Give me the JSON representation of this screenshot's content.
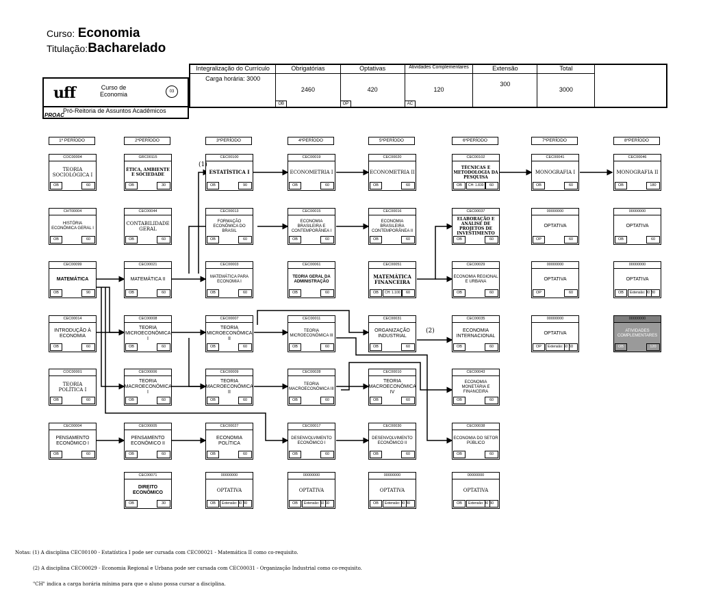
{
  "header": {
    "curso_label": "Curso:",
    "curso_value": "Economia",
    "titulacao_label": "Titulação:",
    "titulacao_value": "Bacharelado"
  },
  "logo": {
    "mark": "uff",
    "curso_de": "Curso de",
    "curso_nome": "Economia",
    "numero": "03",
    "proreitoria": "Pró-Reitoria de Assuntos Acadêmicos",
    "proac": "PROAC"
  },
  "integralizacao": {
    "title": "Integralização do Currículo",
    "carga": "Carga horária: 3000",
    "columns": [
      {
        "label": "Obrigatórias",
        "value": "2460",
        "tag": "OB"
      },
      {
        "label": "Optativas",
        "value": "420",
        "tag": "OP"
      },
      {
        "label": "Atividades Complementares",
        "value": "120",
        "tag": "AC"
      },
      {
        "label": "Extensão",
        "value": "300",
        "tag": ""
      },
      {
        "label": "Total",
        "value": "3000",
        "tag": ""
      }
    ]
  },
  "periods": [
    "1º PERÍODO",
    "2ºPERÍODO",
    "3ºPERÍODO",
    "4ºPERÍODO",
    "5ºPERÍODO",
    "6ºPERÍODO",
    "7ºPERÍODO",
    "8ºPERÍODO"
  ],
  "courses": [
    {
      "col": 0,
      "row": 0,
      "code": "COC00004",
      "title": "TEORIA SOCIOLÓGICA I",
      "type": "OB",
      "hours": "60"
    },
    {
      "col": 0,
      "row": 1,
      "code": "CHT00004",
      "title": "HISTÓRIA ECONÔMICA GERAL I",
      "type": "OB",
      "hours": "60",
      "sans": true
    },
    {
      "col": 0,
      "row": 2,
      "code": "CEC00099",
      "title": "MATEMÁTICA",
      "type": "OB",
      "hours": "90",
      "bold": true,
      "sans": true
    },
    {
      "col": 0,
      "row": 3,
      "code": "CEC00014",
      "title": "INTRODUÇÃO À ECONOMIA",
      "type": "OB",
      "hours": "60",
      "sans": true
    },
    {
      "col": 0,
      "row": 4,
      "code": "COC00001",
      "title": "TEORIA POLÍTICA I",
      "type": "OB",
      "hours": "60"
    },
    {
      "col": 0,
      "row": 5,
      "code": "CEC00004",
      "title": "PENSAMENTO ECONÔMICO I",
      "type": "OB",
      "hours": "60",
      "sans": true
    },
    {
      "col": 1,
      "row": 0,
      "code": "GRC00115",
      "title": "ÉTICA, AMBIENTE E SOCIEDADE",
      "type": "OB",
      "hours": "30",
      "bold": true
    },
    {
      "col": 1,
      "row": 1,
      "code": "CEC00044",
      "title": "CONTABILIDADE GERAL",
      "type": "OB",
      "hours": "60"
    },
    {
      "col": 1,
      "row": 2,
      "code": "CEC00021",
      "title": "MATEMÁTICA II",
      "type": "OB",
      "hours": "60",
      "sans": true
    },
    {
      "col": 1,
      "row": 3,
      "code": "CEC00008",
      "title": "TEORIA MICROECONÔMICA I",
      "type": "OB",
      "hours": "60",
      "sans": true
    },
    {
      "col": 1,
      "row": 4,
      "code": "CEC00006",
      "title": "TEORIA MACROECONÔMICA I",
      "type": "OB",
      "hours": "60",
      "sans": true
    },
    {
      "col": 1,
      "row": 5,
      "code": "CEC00005",
      "title": "PENSAMENTO ECONÔMICO II",
      "type": "OB",
      "hours": "60",
      "sans": true
    },
    {
      "col": 1,
      "row": 6,
      "code": "CEC00071",
      "title": "DIREITO ECONÔMICO",
      "type": "OB",
      "hours": "30",
      "bold": true,
      "sans": true
    },
    {
      "col": 2,
      "row": 0,
      "code": "CEC00100",
      "title": "ESTATÍSTICA I",
      "type": "OB",
      "hours": "90",
      "bold": true
    },
    {
      "col": 2,
      "row": 1,
      "code": "CEC00013",
      "title": "FORMAÇÃO ECONÔMICA DO BRASIL",
      "type": "OB",
      "hours": "60",
      "sans": true
    },
    {
      "col": 2,
      "row": 2,
      "code": "CEC00003",
      "title": "MATEMÁTICA PARA ECONOMIA I",
      "type": "OB",
      "hours": "60",
      "sans": true
    },
    {
      "col": 2,
      "row": 3,
      "code": "CEC00007",
      "title": "TEORIA MICROECONÔMICA II",
      "type": "OB",
      "hours": "60",
      "sans": true
    },
    {
      "col": 2,
      "row": 4,
      "code": "CEC00009",
      "title": "TEORIA MACROECONÔMICA II",
      "type": "OB",
      "hours": "60",
      "sans": true
    },
    {
      "col": 2,
      "row": 5,
      "code": "CEC00027",
      "title": "ECONOMIA POLÍTICA",
      "type": "OB",
      "hours": "60",
      "sans": true
    },
    {
      "col": 2,
      "row": 6,
      "code": "00000000",
      "title": "OPTATIVA",
      "type": "OB",
      "hours": "30",
      "ch": "Extensão: 30"
    },
    {
      "col": 3,
      "row": 0,
      "code": "CEC00019",
      "title": "ECONOMETRIA I",
      "type": "OB",
      "hours": "60"
    },
    {
      "col": 3,
      "row": 1,
      "code": "CEC00015",
      "title": "ECONOMIA BRASILEIRA E CONTEMPORÂNEA I",
      "type": "OB",
      "hours": "60",
      "sans": true
    },
    {
      "col": 3,
      "row": 2,
      "code": "CEC00061",
      "title": "TEORIA GERAL DA ADMINISTRAÇÃO",
      "type": "OB",
      "hours": "60",
      "bold": true,
      "sans": true
    },
    {
      "col": 3,
      "row": 3,
      "code": "CEC00011",
      "title": "TEORIA MICROECONÔMICA III",
      "type": "OB",
      "hours": "60",
      "sans": true
    },
    {
      "col": 3,
      "row": 4,
      "code": "CEC00028",
      "title": "TEORIA MACROECONÔMICA III",
      "type": "OB",
      "hours": "60",
      "sans": true
    },
    {
      "col": 3,
      "row": 5,
      "code": "CEC00017",
      "title": "DESENVOLVIMENTO ECONÔMICO I",
      "type": "OB",
      "hours": "60",
      "sans": true
    },
    {
      "col": 3,
      "row": 6,
      "code": "00000000",
      "title": "OPTATIVA",
      "type": "OB",
      "hours": "60",
      "ch": "Extensão: 60"
    },
    {
      "col": 4,
      "row": 0,
      "code": "CEC00020",
      "title": "ECONOMETRIA II",
      "type": "OB",
      "hours": "60"
    },
    {
      "col": 4,
      "row": 1,
      "code": "CEC00016",
      "title": "ECONOMIA BRASILEIRA CONTEMPORÂNEA II",
      "type": "OB",
      "hours": "60",
      "sans": true
    },
    {
      "col": 4,
      "row": 2,
      "code": "CEC00051",
      "title": "MATEMÁTICA FINANCEIRA",
      "type": "OB",
      "hours": "60",
      "bold": true,
      "ch": "CH: 1.100"
    },
    {
      "col": 4,
      "row": 3,
      "code": "CEC00031",
      "title": "ORGANIZAÇÃO INDUSTRIAL",
      "type": "OB",
      "hours": "60",
      "sans": true
    },
    {
      "col": 4,
      "row": 4,
      "code": "CEC00010",
      "title": "TEORIA MACROECONÔMICA IV",
      "type": "OB",
      "hours": "60",
      "sans": true
    },
    {
      "col": 4,
      "row": 5,
      "code": "CEC00030",
      "title": "DESENVOLVIMENTO ECONÔMICO II",
      "type": "OB",
      "hours": "60",
      "sans": true
    },
    {
      "col": 4,
      "row": 6,
      "code": "00000000",
      "title": "OPTATIVA",
      "type": "OB",
      "hours": "30",
      "ch": "Extensão: 30"
    },
    {
      "col": 5,
      "row": 0,
      "code": "CEC00102",
      "title": "TÉCNICAS E METODOLOGIA DA PESQUISA",
      "type": "OB",
      "hours": "60",
      "bold": true,
      "ch": "CH: 1.830"
    },
    {
      "col": 5,
      "row": 1,
      "code": "CEC00037",
      "title": "ELABORAÇÃO E ANÁLISE DE PROJETOS DE INVESTIMENTO",
      "type": "OB",
      "hours": "60",
      "bold": true
    },
    {
      "col": 5,
      "row": 2,
      "code": "CEC00029",
      "title": "ECONOMIA REGIONAL E URBANA",
      "type": "OB",
      "hours": "60",
      "sans": true
    },
    {
      "col": 5,
      "row": 3,
      "code": "CEC00035",
      "title": "ECONOMIA INTERNACIONAL",
      "type": "OB",
      "hours": "60",
      "sans": true
    },
    {
      "col": 5,
      "row": 4,
      "code": "CEC00043",
      "title": "ECONOMIA MONETÁRIA E FINANCEIRA",
      "type": "OB",
      "hours": "60",
      "sans": true
    },
    {
      "col": 5,
      "row": 5,
      "code": "CEC00038",
      "title": "ECONOMIA DO SETOR PÚBLICO",
      "type": "OB",
      "hours": "60",
      "sans": true
    },
    {
      "col": 5,
      "row": 6,
      "code": "00000000",
      "title": "OPTATIVA",
      "type": "OB",
      "hours": "30",
      "ch": "Extensão: 30"
    },
    {
      "col": 6,
      "row": 0,
      "code": "CEC00041",
      "title": "MONOGRAFIA I",
      "type": "OB",
      "hours": "60"
    },
    {
      "col": 6,
      "row": 1,
      "code": "00000000",
      "title": "OPTATIVA",
      "type": "OP",
      "hours": "60",
      "sans": true
    },
    {
      "col": 6,
      "row": 2,
      "code": "00000000",
      "title": "OPTATIVA",
      "type": "OP",
      "hours": "60",
      "sans": true
    },
    {
      "col": 6,
      "row": 3,
      "code": "00000000",
      "title": "OPTATIVA",
      "type": "OP",
      "hours": "60",
      "sans": true,
      "ch": "Extensão: 60"
    },
    {
      "col": 7,
      "row": 0,
      "code": "CEC00046",
      "title": "MONOGRAFIA II",
      "type": "OB",
      "hours": "180"
    },
    {
      "col": 7,
      "row": 1,
      "code": "00000000",
      "title": "OPTATIVA",
      "type": "OB",
      "hours": "60",
      "sans": true
    },
    {
      "col": 7,
      "row": 2,
      "code": "00000000",
      "title": "OPTATIVA",
      "type": "OB",
      "hours": "30",
      "sans": true,
      "ch": "Extensão: 30"
    },
    {
      "col": 7,
      "row": 3,
      "code": "00000000",
      "title": "ATIVIDADES COMPLEMENTARES",
      "type": "OB",
      "hours": "120",
      "shade": true
    }
  ],
  "annotations": {
    "note1_marker": "(1)",
    "note2_marker": "(2)"
  },
  "notes": {
    "n1": "Notas: (1) A disciplina CEC00100 - Estatística I pode ser cursada  com CEC00021 - Matemática II como co-requisito.",
    "n2": "(2) A disciplina  CEC00029 - Economia Regional e Urbana pode ser cursada com CEC00031 - Organização Industrial  como co-requisito.",
    "n3": "\"CH\" indica a carga horária mínima para que o aluno possa cursar a disciplina."
  }
}
